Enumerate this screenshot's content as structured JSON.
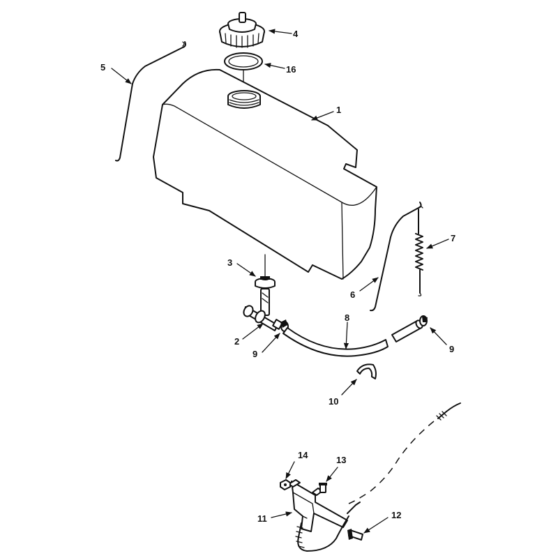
{
  "callouts": {
    "c1": "1",
    "c2": "2",
    "c3": "3",
    "c4": "4",
    "c5": "5",
    "c6": "6",
    "c7": "7",
    "c8": "8",
    "c9a": "9",
    "c9b": "9",
    "c10": "10",
    "c11": "11",
    "c12": "12",
    "c13": "13",
    "c14": "14",
    "c16": "16"
  }
}
